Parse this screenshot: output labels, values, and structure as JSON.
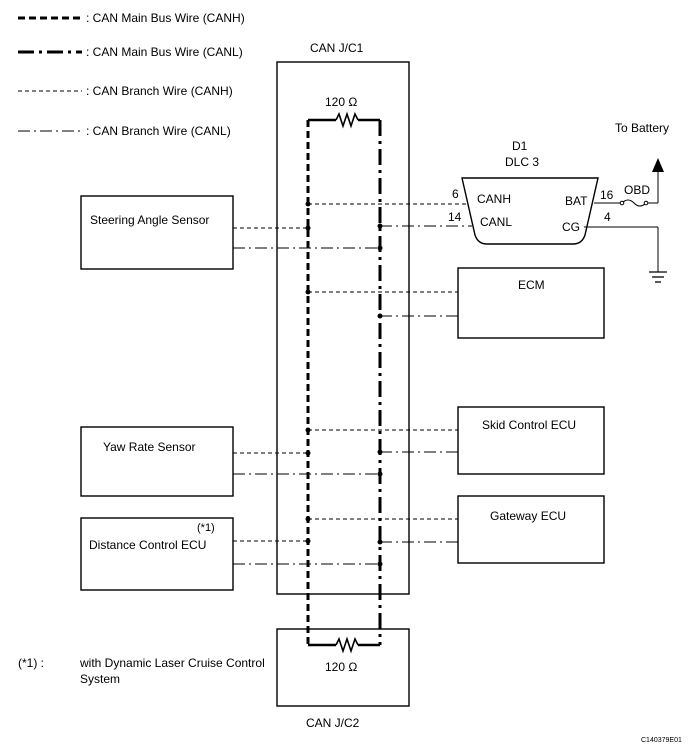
{
  "legend": {
    "main_canh": ": CAN Main Bus Wire (CANH)",
    "main_canl": ": CAN Main Bus Wire (CANL)",
    "branch_canh": ": CAN Branch Wire (CANH)",
    "branch_canl": ": CAN Branch Wire (CANL)"
  },
  "junctions": {
    "c1_label": "CAN J/C1",
    "c2_label": "CAN J/C2",
    "resistor_top": "120 Ω",
    "resistor_bottom": "120 Ω"
  },
  "dlc": {
    "id": "D1",
    "name": "DLC 3",
    "canh": "CANH",
    "canl": "CANL",
    "bat": "BAT",
    "cg": "CG",
    "pin_canh": "6",
    "pin_canl": "14",
    "pin_bat": "16",
    "pin_cg": "4",
    "obd": "OBD",
    "to_battery": "To Battery"
  },
  "devices": {
    "steering": "Steering Angle Sensor",
    "ecm": "ECM",
    "skid": "Skid Control ECU",
    "yaw": "Yaw Rate Sensor",
    "gateway": "Gateway ECU",
    "distance": "Distance Control ECU",
    "distance_note": "(*1)"
  },
  "footnote": {
    "mark": "(*1) :",
    "text_line1": "with Dynamic Laser Cruise Control",
    "text_line2": "System"
  },
  "figure_code": "C140379E01"
}
